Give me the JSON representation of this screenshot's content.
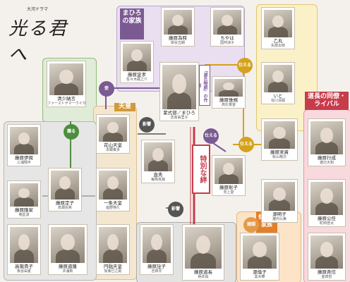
{
  "logo": {
    "subtitle": "大河ドラマ",
    "title": "光る君へ"
  },
  "groups": {
    "mahiro_family": "まひろの家族",
    "tenno": "天皇",
    "rivals": "道長の同僚・ライバル",
    "michinaga_family": "倫子の家族"
  },
  "relations": {
    "kakemochi": "妾",
    "shihai": "仕える",
    "yuzuru": "譲る",
    "eikyo": "影響",
    "eikyo2": "影響",
    "special": "特別な絆",
    "serve": "仕える",
    "serve2": "仕える",
    "marry": "婚姻",
    "genji": "「源氏物語」の作者"
  },
  "characters": [
    {
      "name": "藤原為時",
      "actor": "岸谷五朗"
    },
    {
      "name": "ちやは",
      "actor": "国仲涼子"
    },
    {
      "name": "乙丸",
      "actor": "矢部太郎"
    },
    {
      "name": "藤原宣孝",
      "actor": "佐々木蔵之介"
    },
    {
      "name": "いと",
      "actor": "信川清順"
    },
    {
      "name": "紫式部／まひろ",
      "actor": "吉高由里子"
    },
    {
      "name": "藤原惟規",
      "actor": "高杉真宙"
    },
    {
      "name": "清少納言",
      "actor": "ファーストサマーウイカ"
    },
    {
      "name": "花山天皇",
      "actor": "本郷奏多"
    },
    {
      "name": "直秀",
      "actor": "毎熊克哉"
    },
    {
      "name": "藤原伊周",
      "actor": "三浦翔平"
    },
    {
      "name": "藤原隆家",
      "actor": "竜星涼"
    },
    {
      "name": "藤原定子",
      "actor": "高畑充希"
    },
    {
      "name": "一条天皇",
      "actor": "塩野瑛久"
    },
    {
      "name": "藤原彰子",
      "actor": "見上愛"
    },
    {
      "name": "藤原実資",
      "actor": "秋山竜次"
    },
    {
      "name": "藤原行成",
      "actor": "渡辺大知"
    },
    {
      "name": "源明子",
      "actor": "瀧内公美"
    },
    {
      "name": "藤原公任",
      "actor": "町田啓太"
    },
    {
      "name": "高階貴子",
      "actor": "板谷由夏"
    },
    {
      "name": "藤原道隆",
      "actor": "井浦新"
    },
    {
      "name": "円融天皇",
      "actor": "坂東巳之助"
    },
    {
      "name": "藤原詮子",
      "actor": "吉田羊"
    },
    {
      "name": "藤原道長",
      "actor": "柄本佑"
    },
    {
      "name": "源倫子",
      "actor": "黒木華"
    },
    {
      "name": "藤原斉信",
      "actor": "金田哲"
    }
  ],
  "colors": {
    "purple": "#7b5a93",
    "gold": "#d4a21c",
    "green": "#4e8d3f",
    "red": "#c83c4a",
    "gray": "#9e9e9e",
    "orange": "#e39a4a",
    "pink": "#d56d8c"
  }
}
